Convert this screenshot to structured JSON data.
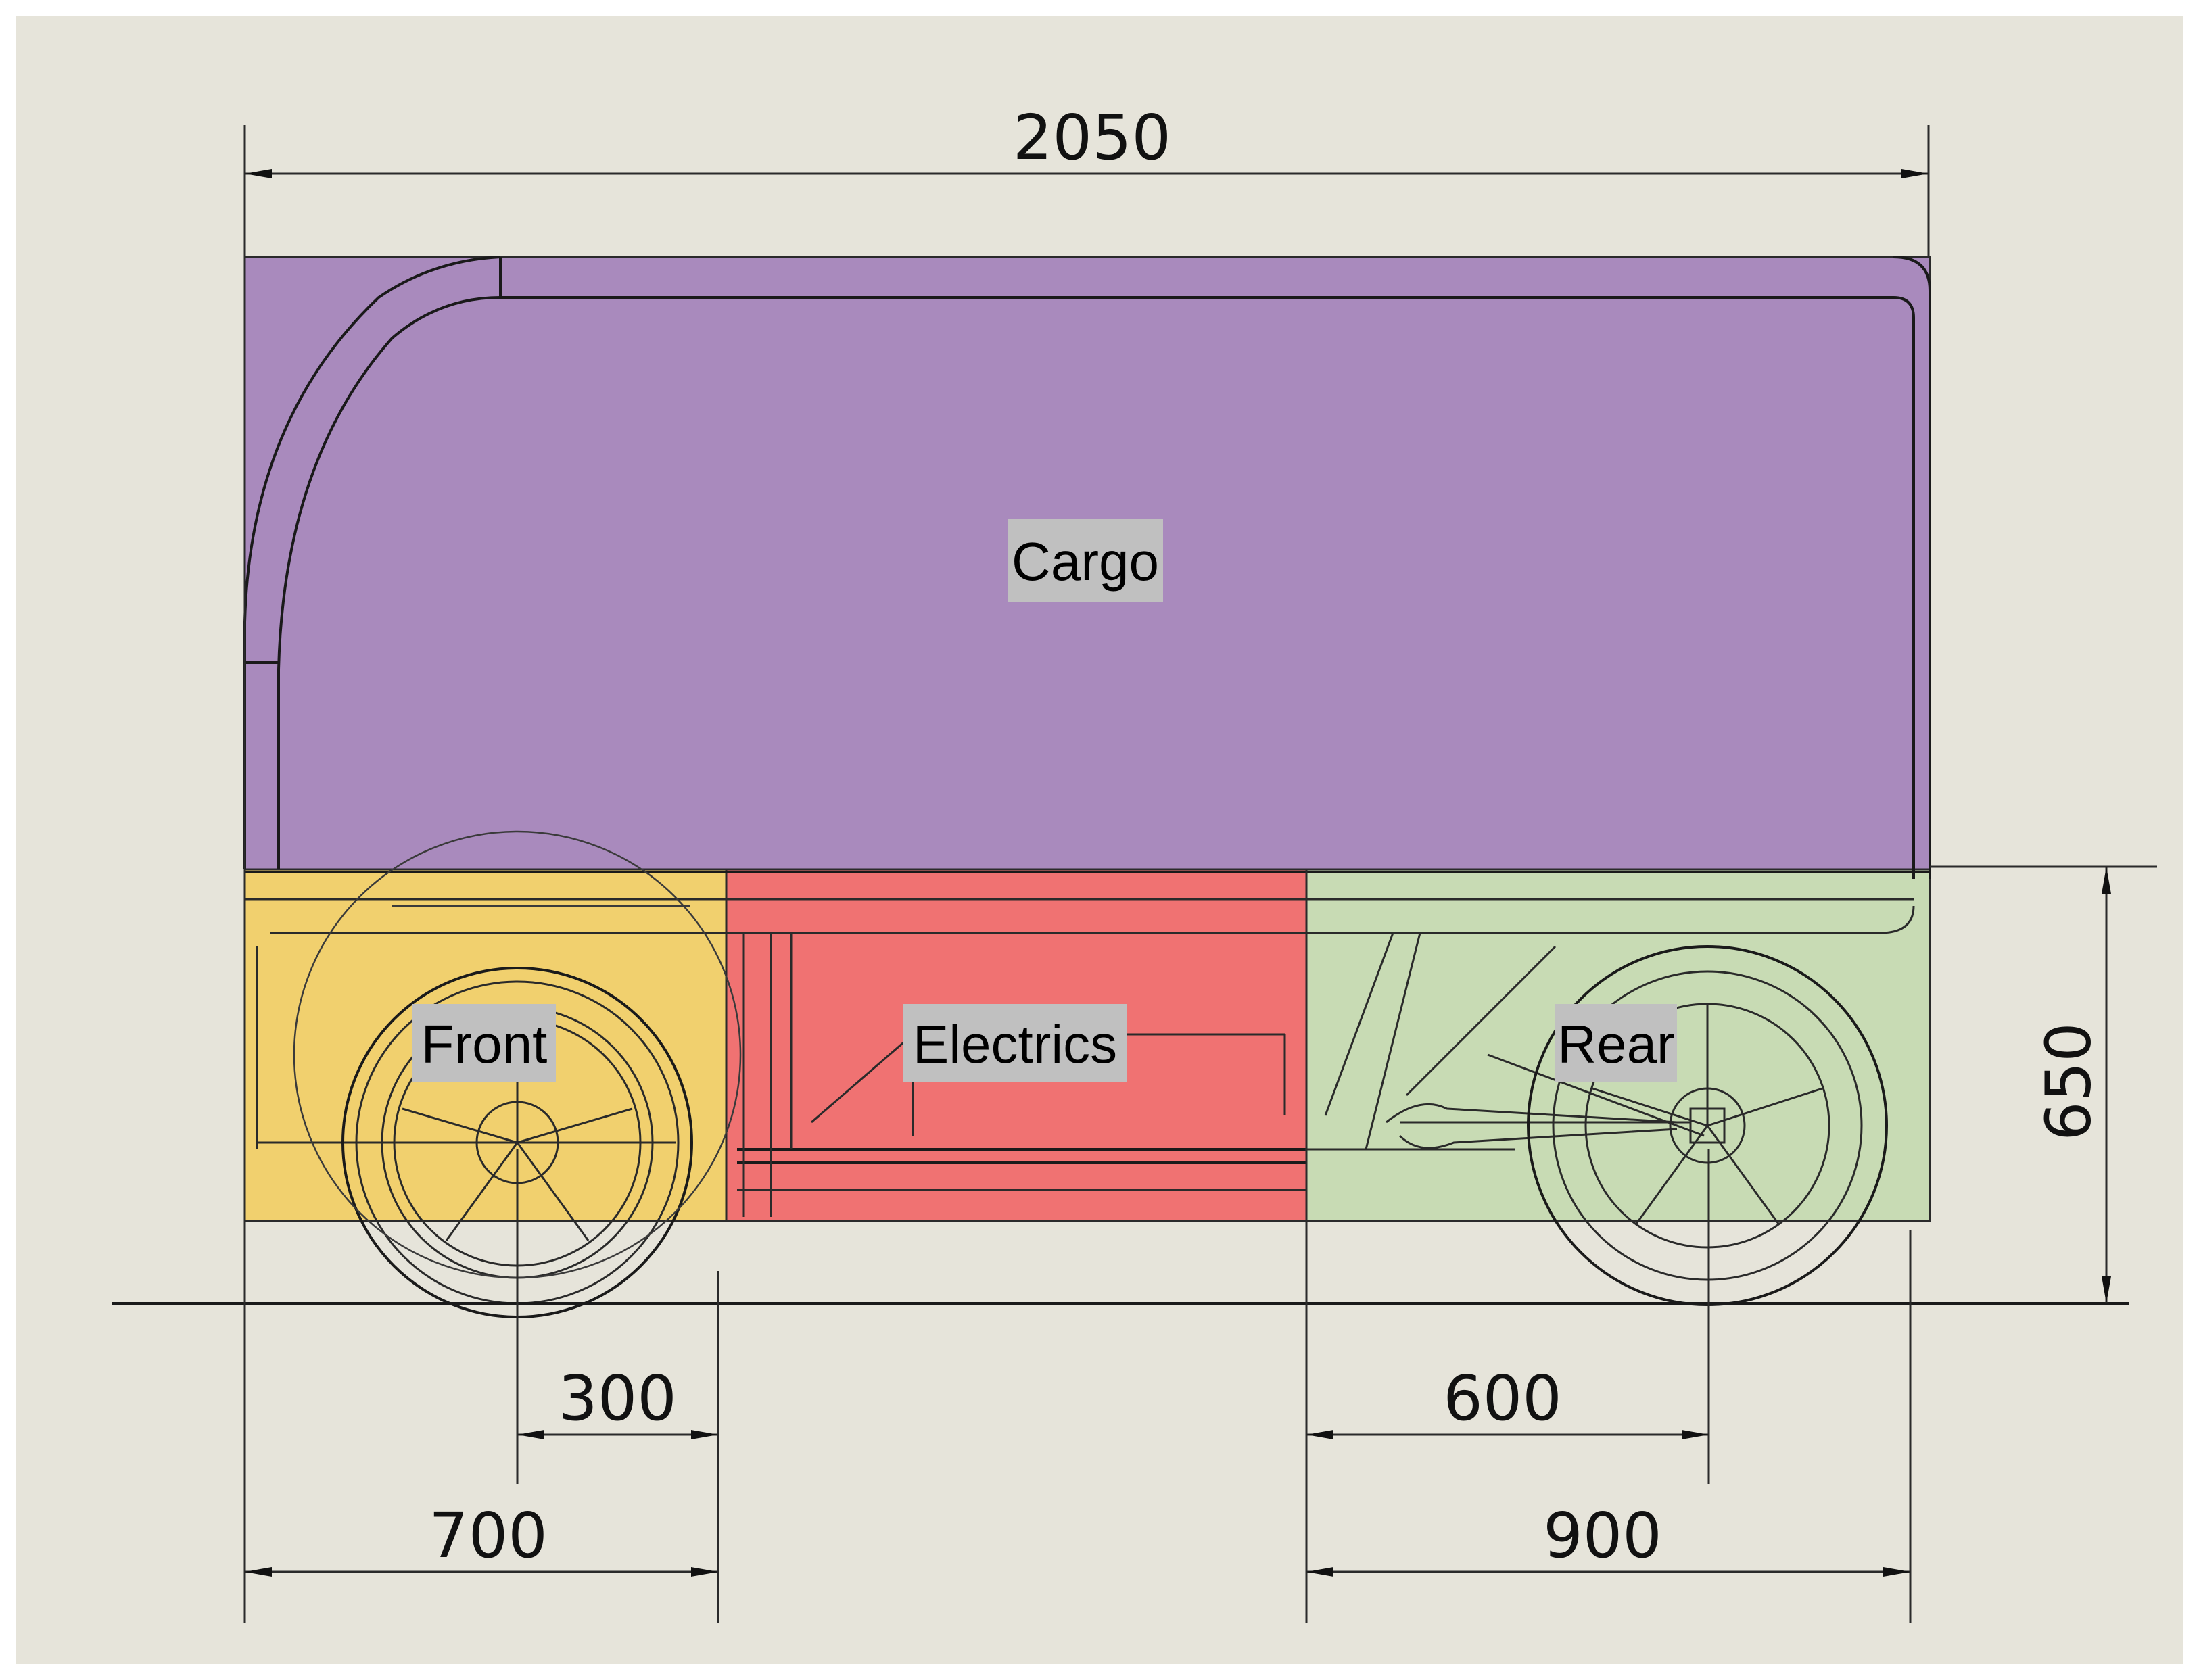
{
  "zones": {
    "cargo": {
      "label": "Cargo",
      "color": "#a98abd"
    },
    "front": {
      "label": "Front",
      "color": "#f1d06e"
    },
    "electrics": {
      "label": "Electrics",
      "color": "#f07272"
    },
    "rear": {
      "label": "Rear",
      "color": "#c8dbb4"
    }
  },
  "dimensions": {
    "overall_length": "2050",
    "height": "650",
    "front_axle_offset": "300",
    "front_section": "700",
    "rear_axle_offset": "600",
    "rear_section": "900"
  },
  "colors": {
    "background": "#e6e4da",
    "line": "#1a1a1a",
    "label_box": "#c0c0c0"
  }
}
